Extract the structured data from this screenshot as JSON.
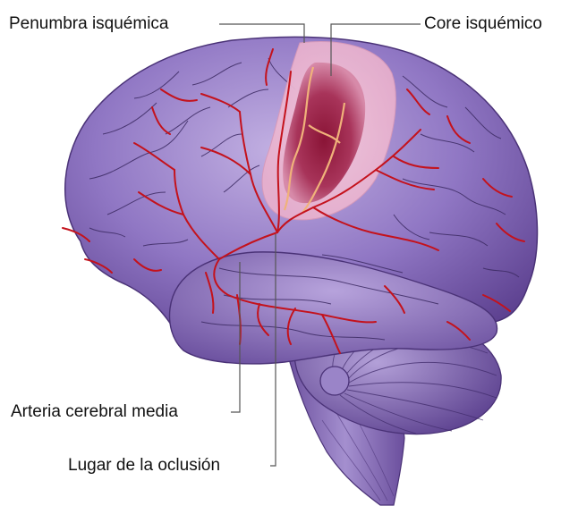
{
  "labels": {
    "penumbra": "Penumbra isquémica",
    "core": "Core isquémico",
    "artery": "Arteria cerebral media",
    "occlusion": "Lugar de la oclusión"
  },
  "colors": {
    "brain_dark": "#5a3e8c",
    "brain_mid": "#8a6cbd",
    "brain_light": "#b9a6dc",
    "vessel": "#c4121c",
    "penumbra": "#e9b7d3",
    "core": "#8c1f3e",
    "leader_line": "#555555"
  }
}
